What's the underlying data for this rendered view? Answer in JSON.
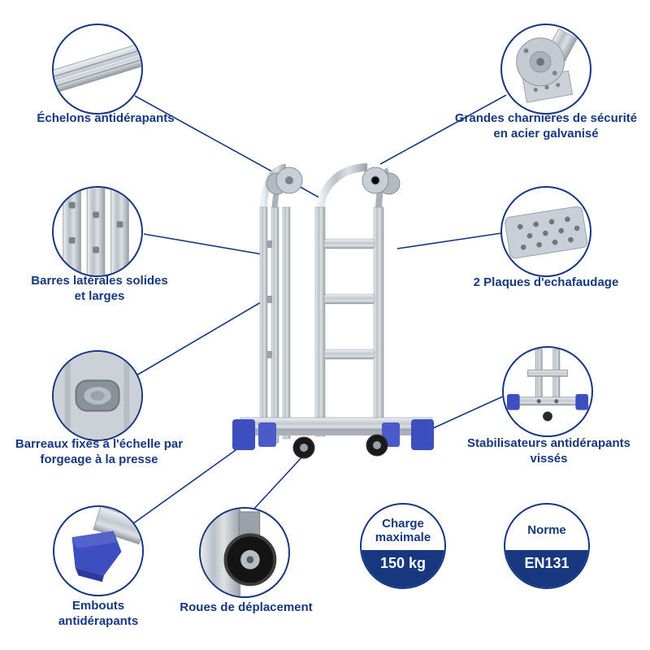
{
  "features": [
    {
      "id": "rungs",
      "label": "Échelons antidérapants",
      "image": "rung-closeup"
    },
    {
      "id": "hinges",
      "label": "Grandes charnières de sécurité en acier galvanisé",
      "image": "hinge-closeup"
    },
    {
      "id": "side-bars",
      "label": "Barres latérales solides et larges",
      "image": "side-bars-closeup"
    },
    {
      "id": "platforms",
      "label": "2 Plaques d'echafaudage",
      "image": "platform-closeup"
    },
    {
      "id": "forged-rungs",
      "label": "Barreaux fixés à l'échelle par forgeage à la presse",
      "image": "forged-joint-closeup"
    },
    {
      "id": "stabilisers",
      "label": "Stabilisateurs antidérapants vissés",
      "image": "stabiliser-closeup"
    },
    {
      "id": "end-caps",
      "label": "Embouts antidérapants",
      "image": "end-cap-closeup"
    },
    {
      "id": "wheels",
      "label": "Roues de déplacement",
      "image": "wheel-closeup"
    }
  ],
  "badges": [
    {
      "id": "max-load",
      "title": "Charge maximale",
      "value": "150 kg"
    },
    {
      "id": "norm",
      "title": "Norme",
      "value": "EN131"
    }
  ],
  "colors": {
    "accent_navy": "#17377E",
    "cap_blue": "#3D4EC0",
    "aluminium": "#C9CFD6"
  }
}
